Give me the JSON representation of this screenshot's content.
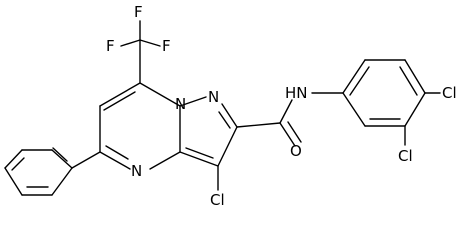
{
  "structure": {
    "atoms": [
      {
        "id": "F1",
        "label": "F"
      },
      {
        "id": "F2",
        "label": "F"
      },
      {
        "id": "F3",
        "label": "F"
      },
      {
        "id": "N1",
        "label": "N"
      },
      {
        "id": "N2",
        "label": "N"
      },
      {
        "id": "N3",
        "label": "N"
      },
      {
        "id": "NH",
        "label": "HN"
      },
      {
        "id": "O",
        "label": "O"
      },
      {
        "id": "Cl1",
        "label": "Cl"
      },
      {
        "id": "Cl2",
        "label": "Cl"
      },
      {
        "id": "Cl3",
        "label": "Cl"
      }
    ]
  }
}
